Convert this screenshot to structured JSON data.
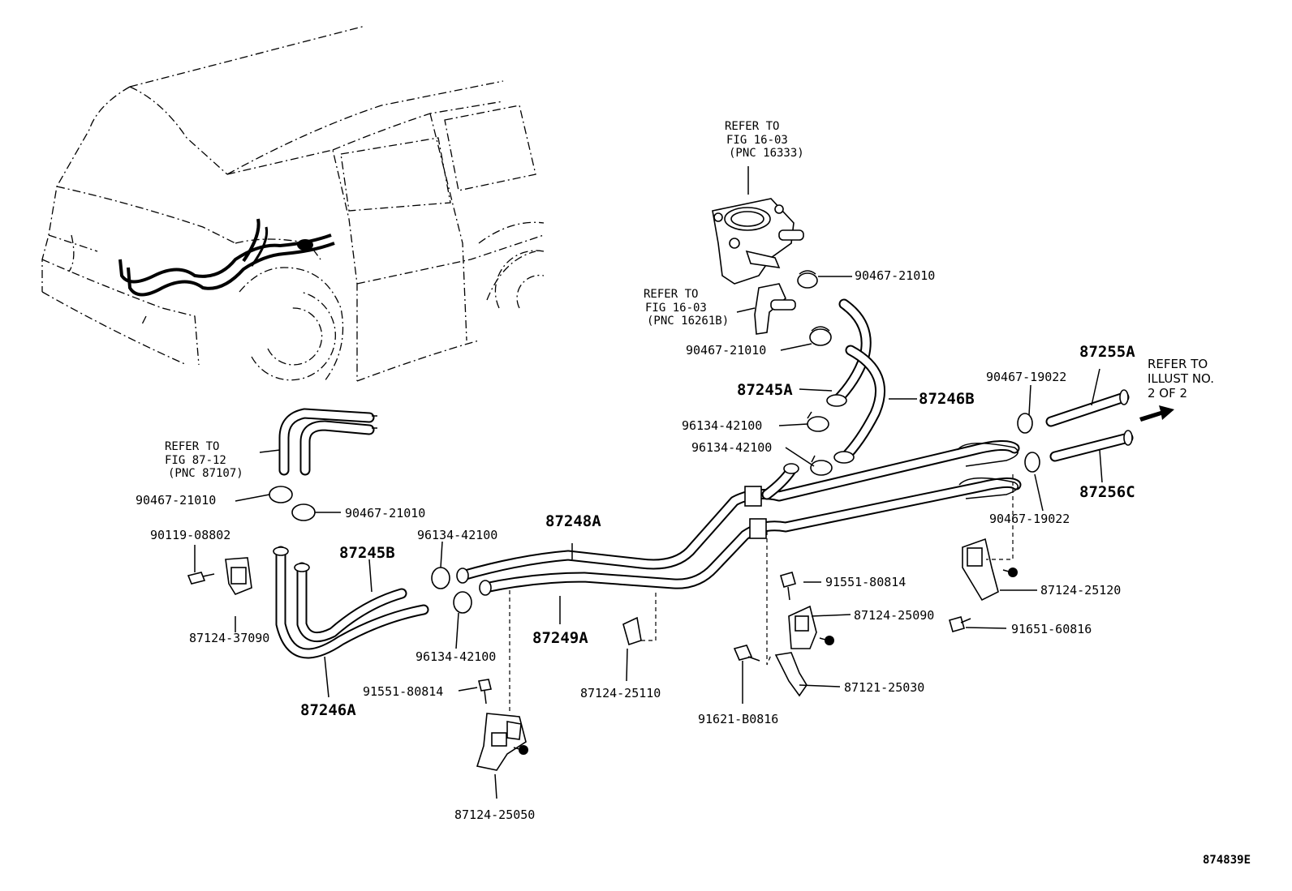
{
  "diagram": {
    "figure_id": "874839E",
    "references": {
      "fig_16_03_a": [
        "REFER TO",
        "FIG 16-03",
        "(PNC 16333)"
      ],
      "fig_16_03_b": [
        "REFER TO",
        "FIG 16-03",
        "(PNC 16261B)"
      ],
      "fig_87_12": [
        "REFER TO",
        "FIG 87-12",
        "(PNC 87107)"
      ],
      "illust_2": [
        "REFER TO",
        "ILLUST NO.",
        "2 OF 2"
      ]
    },
    "labels": {
      "p90467_21010_a": "90467-21010",
      "p90467_21010_b": "90467-21010",
      "p87255A": "87255A",
      "p90467_19022_a": "90467-19022",
      "p87245A_top": "87245A",
      "p87246B": "87246B",
      "p96134_42100_a": "96134-42100",
      "p96134_42100_b": "96134-42100",
      "p87256C": "87256C",
      "p90467_19022_b": "90467-19022",
      "p90467_21010_c": "90467-21010",
      "p90467_21010_d": "90467-21010",
      "p90119_08802": "90119-08802",
      "p87245B": "87245B",
      "p96134_42100_c": "96134-42100",
      "p87248A": "87248A",
      "p87124_37090": "87124-37090",
      "p96134_42100_d": "96134-42100",
      "p87249A": "87249A",
      "p91551_80814_a": "91551-80814",
      "p87124_25120": "87124-25120",
      "p87124_25090": "87124-25090",
      "p91651_60816": "91651-60816",
      "p87246A": "87246A",
      "p91551_80814_b": "91551-80814",
      "p87124_25110": "87124-25110",
      "p87121_25030": "87121-25030",
      "p91621_B0816": "91621-B0816",
      "p87124_25050": "87124-25050"
    }
  }
}
